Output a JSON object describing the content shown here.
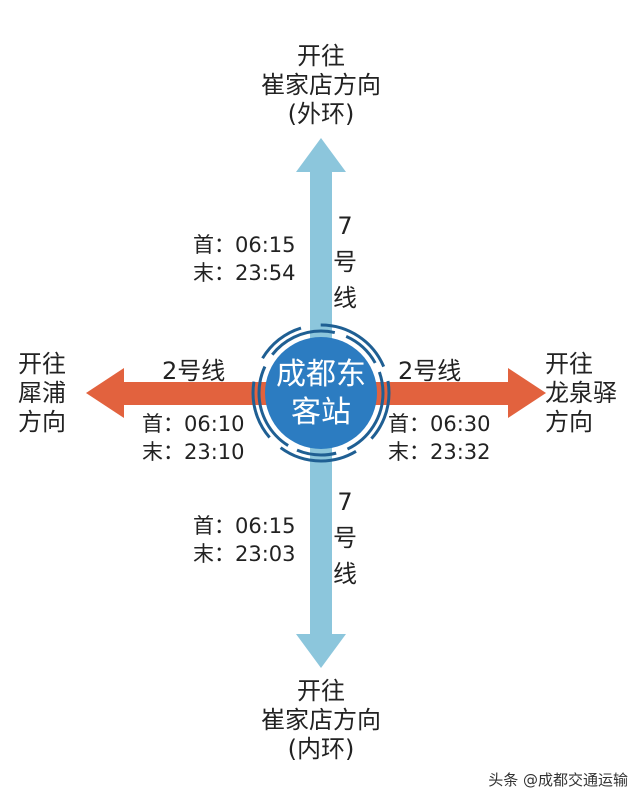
{
  "colors": {
    "line7": "#8cc6dc",
    "line2": "#e2623e",
    "station": "#2c7cc1",
    "ring": "#1f5f93"
  },
  "station": {
    "line1": "成都东",
    "line2": "客站"
  },
  "north": {
    "dest": [
      "开往",
      "崔家店方向",
      "(外环)"
    ],
    "line": [
      "7",
      "号",
      "线"
    ],
    "first": "首：06:15",
    "last": "末：23:54"
  },
  "south": {
    "dest": [
      "开往",
      "崔家店方向",
      "(内环)"
    ],
    "line": [
      "7",
      "号",
      "线"
    ],
    "first": "首：06:15",
    "last": "末：23:03"
  },
  "west": {
    "dest": [
      "开往",
      "犀浦",
      "方向"
    ],
    "line": "2号线",
    "first": "首：06:10",
    "last": "末：23:10"
  },
  "east": {
    "dest": [
      "开往",
      "龙泉驿",
      "方向"
    ],
    "line": "2号线",
    "first": "首：06:30",
    "last": "末：23:32"
  },
  "watermark": "头条 @成都交通运输"
}
